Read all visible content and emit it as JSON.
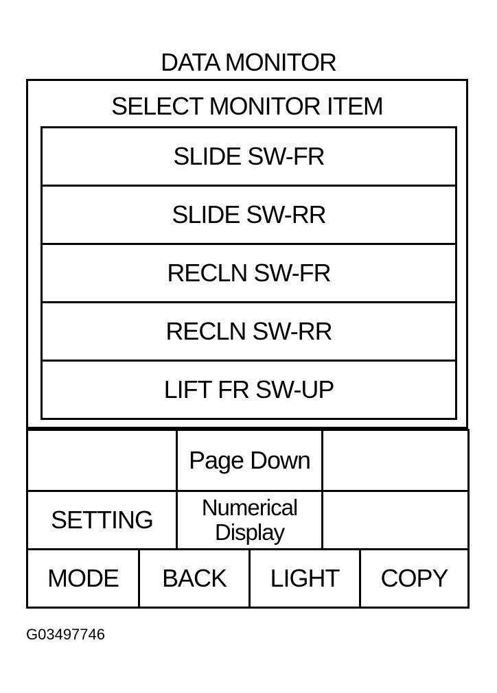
{
  "screen": {
    "title": "DATA MONITOR"
  },
  "monitor": {
    "heading": "SELECT MONITOR ITEM",
    "items": [
      {
        "label": "SLIDE SW-FR"
      },
      {
        "label": "SLIDE SW-RR"
      },
      {
        "label": "RECLN SW-FR"
      },
      {
        "label": "RECLN SW-RR"
      },
      {
        "label": "LIFT FR SW-UP"
      }
    ]
  },
  "buttons": {
    "page_down": "Page Down",
    "setting": "SETTING",
    "numerical_display_line1": "Numerical",
    "numerical_display_line2": "Display",
    "mode": "MODE",
    "back": "BACK",
    "light": "LIGHT",
    "copy": "COPY"
  },
  "figure": {
    "id": "G03497746"
  }
}
